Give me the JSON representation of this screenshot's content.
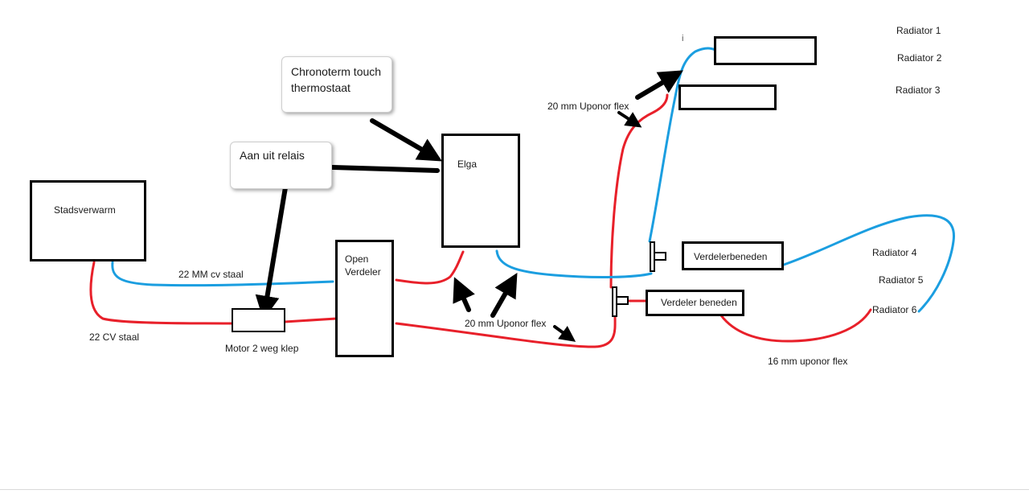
{
  "colors": {
    "supply_red": "#e8202a",
    "return_blue": "#1b9ee0",
    "outline": "#000000"
  },
  "components": {
    "stadsverwarm": "Stadsverwarm",
    "elga": "Elga",
    "open_verdeler_line1": "Open",
    "open_verdeler_line2": "Verdeler",
    "verdeler_boven": "Verdelerbeneden",
    "verdeler_beneden": "Verdeler beneden",
    "motor_klep": "Motor 2 weg klep"
  },
  "callouts": {
    "thermostat_line1": "Chronoterm touch",
    "thermostat_line2": "thermostaat",
    "relais": "Aan uit relais"
  },
  "pipe_labels": {
    "cv_staal_22mm": "22 MM cv staal",
    "cv_staal_22": "22 CV staal",
    "uponor_20_top": "20 mm Uponor flex",
    "uponor_20_bottom": "20 mm Uponor flex",
    "uponor_16": "16 mm uponor flex"
  },
  "radiators": [
    "Radiator 1",
    "Radiator 2",
    "Radiator 3",
    "Radiator 4",
    "Radiator 5",
    "Radiator 6"
  ],
  "stray_mark": "i"
}
